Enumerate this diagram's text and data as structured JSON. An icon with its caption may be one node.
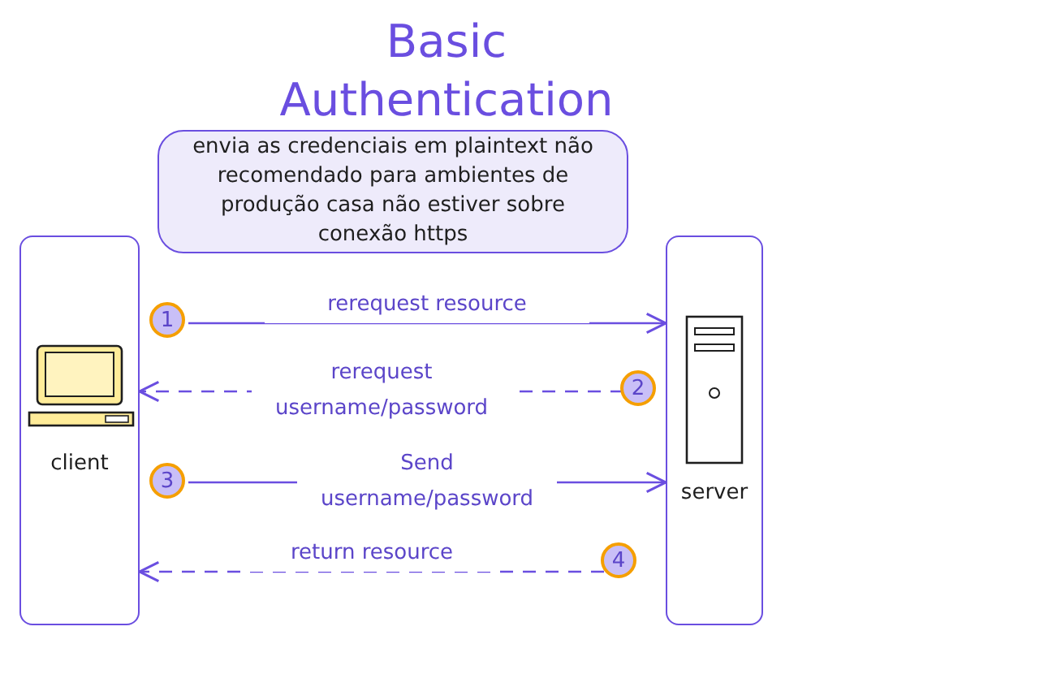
{
  "diagram": {
    "title": "Basic Authentication",
    "nodes": [
      {
        "text": [
          "envia as credenciais em plaintext não recomendado para ambientes de produção casa não estiver sobre conexão https"
        ]
      },
      {
        "text": [
          "client"
        ]
      },
      {
        "text": [
          "server"
        ]
      },
      {
        "text": [
          "1"
        ]
      },
      {
        "text": [
          "2"
        ]
      },
      {
        "text": [
          "3"
        ]
      },
      {
        "text": [
          "4"
        ]
      }
    ],
    "edges": [
      {
        "from": 3,
        "to": 2,
        "arrow": "to",
        "label": "rerequest resource"
      },
      {
        "from": 4,
        "to": 1,
        "arrow": "to",
        "label": "rerequest username/password",
        "style": "dashed"
      },
      {
        "from": 5,
        "to": 2,
        "arrow": "to",
        "label": "Send username/password"
      },
      {
        "from": 6,
        "to": 1,
        "arrow": "to",
        "label": "return resource",
        "style": "dashed"
      }
    ]
  }
}
